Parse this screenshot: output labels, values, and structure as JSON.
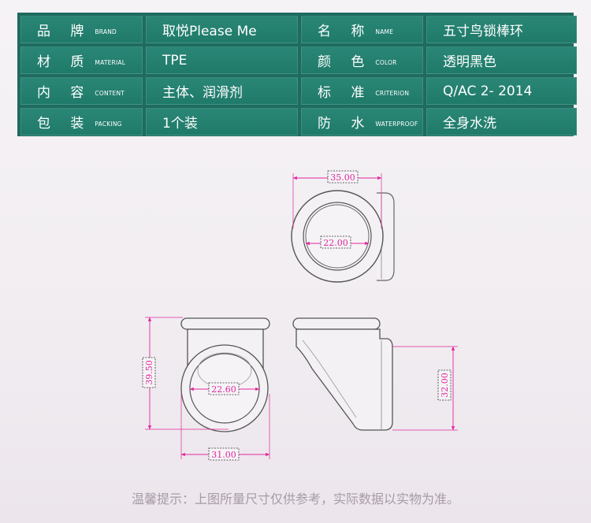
{
  "specs": [
    {
      "label_cn": "品 牌",
      "label_en": "BRAND",
      "value": "取悦Please Me"
    },
    {
      "label_cn": "名 称",
      "label_en": "NAME",
      "value": "五寸鸟锁棒环"
    },
    {
      "label_cn": "材 质",
      "label_en": "MATERIAL",
      "value": "TPE"
    },
    {
      "label_cn": "颜 色",
      "label_en": "COLOR",
      "value": "透明黑色"
    },
    {
      "label_cn": "内 容",
      "label_en": "CONTENT",
      "value": "主体、润滑剂"
    },
    {
      "label_cn": "标 准",
      "label_en": "CRITERION",
      "value": "Q/AC 2- 2014"
    },
    {
      "label_cn": "包 装",
      "label_en": "PACKING",
      "value": "1个装"
    },
    {
      "label_cn": "防 水",
      "label_en": "WATERPROOF",
      "value": "全身水洗"
    }
  ],
  "dimensions": {
    "top_view_width": "35.00",
    "top_view_inner": "22.00",
    "front_height": "39.50",
    "front_inner": "22.60",
    "front_width": "31.00",
    "side_height": "32.00"
  },
  "footer": {
    "note": "温馨提示：上图所量尺寸仅供参考，实际数据以实物为准。"
  },
  "colors": {
    "table_bg": "#1f6b60",
    "cell_bg": "#2a8676",
    "dimension": "#e0289e",
    "outline": "#555555"
  }
}
